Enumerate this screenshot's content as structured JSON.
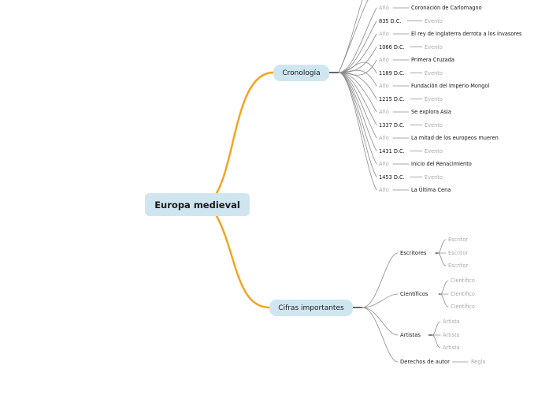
{
  "root": {
    "label": "Europa medieval"
  },
  "branches": {
    "timeline": {
      "label": "Cronología",
      "rows": [
        {
          "left": "Año",
          "right": "Coronación de Carlomagno",
          "pair": "label-dark"
        },
        {
          "left": "835 D.C.",
          "right": "Evento",
          "pair": "dark-label"
        },
        {
          "left": "Año",
          "right": "El rey de Inglaterra derrota a los invasores",
          "pair": "label-dark"
        },
        {
          "left": "1066 D.C.",
          "right": "Evento",
          "pair": "dark-label"
        },
        {
          "left": "Año",
          "right": "Primera Cruzada",
          "pair": "label-dark"
        },
        {
          "left": "1189 D.C.",
          "right": "Evento",
          "pair": "dark-label"
        },
        {
          "left": "Año",
          "right": "Fundación del Imperio Mongol",
          "pair": "label-dark"
        },
        {
          "left": "1215 D.C.",
          "right": "Evento",
          "pair": "dark-label"
        },
        {
          "left": "Año",
          "right": "Se explora Asia",
          "pair": "label-dark"
        },
        {
          "left": "1337 D.C.",
          "right": "Evento",
          "pair": "dark-label"
        },
        {
          "left": "Año",
          "right": "La mitad de los europeos mueren",
          "pair": "label-dark"
        },
        {
          "left": "1431 D.C.",
          "right": "Evento",
          "pair": "dark-label"
        },
        {
          "left": "Año",
          "right": "Inicio del Renacimiento",
          "pair": "label-dark"
        },
        {
          "left": "1453 D.C.",
          "right": "Evento",
          "pair": "dark-label"
        },
        {
          "left": "Año",
          "right": "La Última Cena",
          "pair": "label-dark"
        }
      ]
    },
    "figures": {
      "label": "Cifras importantes",
      "groups": [
        {
          "label": "Escritores",
          "children": [
            "Escritor",
            "Escritor",
            "Escritor"
          ]
        },
        {
          "label": "Científicos",
          "children": [
            "Científico",
            "Científico",
            "Científico"
          ]
        },
        {
          "label": "Artistas",
          "children": [
            "Artista",
            "Artista",
            "Artista"
          ]
        },
        {
          "label": "Derechos de autor",
          "children": [
            "Regla"
          ]
        }
      ]
    }
  },
  "colors": {
    "branch": "#f5a11c",
    "line": "#8c8c8c",
    "node": "#cfe6f1",
    "connector": "#333333"
  }
}
